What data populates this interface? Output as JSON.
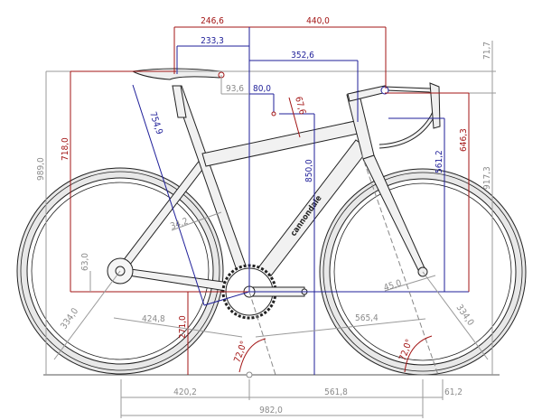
{
  "colors": {
    "red_dims": "#a31515",
    "blue_dims": "#1f1f99",
    "grey_dims": "#8a8a8a"
  },
  "logo": "cannondale",
  "dims": {
    "saddle_setback": "246,6",
    "reach_bar": "440,0",
    "saddle_nose": "233,3",
    "stack_reach": "352,6",
    "bar_drop": "71,7",
    "saddle_offset": "93,6",
    "offset_80": "80,0",
    "tt_clearance": "67,6",
    "saddle_height": "754,9",
    "saddle_bb_height": "718,0",
    "saddle_ground": "989,0",
    "bar_ground": "917,3",
    "bar_bb_height": "646,3",
    "stack": "561,2",
    "standover": "850,0",
    "seat_tube_dim": "34,2",
    "bb_drop": "63,0",
    "fork_offset": "45,0",
    "wheel_radius_rear": "334,0",
    "wheel_radius_front": "334,0",
    "chainstay": "424,8",
    "front_center": "565,4",
    "bb_height": "271,0",
    "seat_angle": "72,0°",
    "head_angle": "72,0°",
    "rear_center": "420,2",
    "front_center_horiz": "561,8",
    "trail": "61,2",
    "wheelbase": "982,0"
  }
}
